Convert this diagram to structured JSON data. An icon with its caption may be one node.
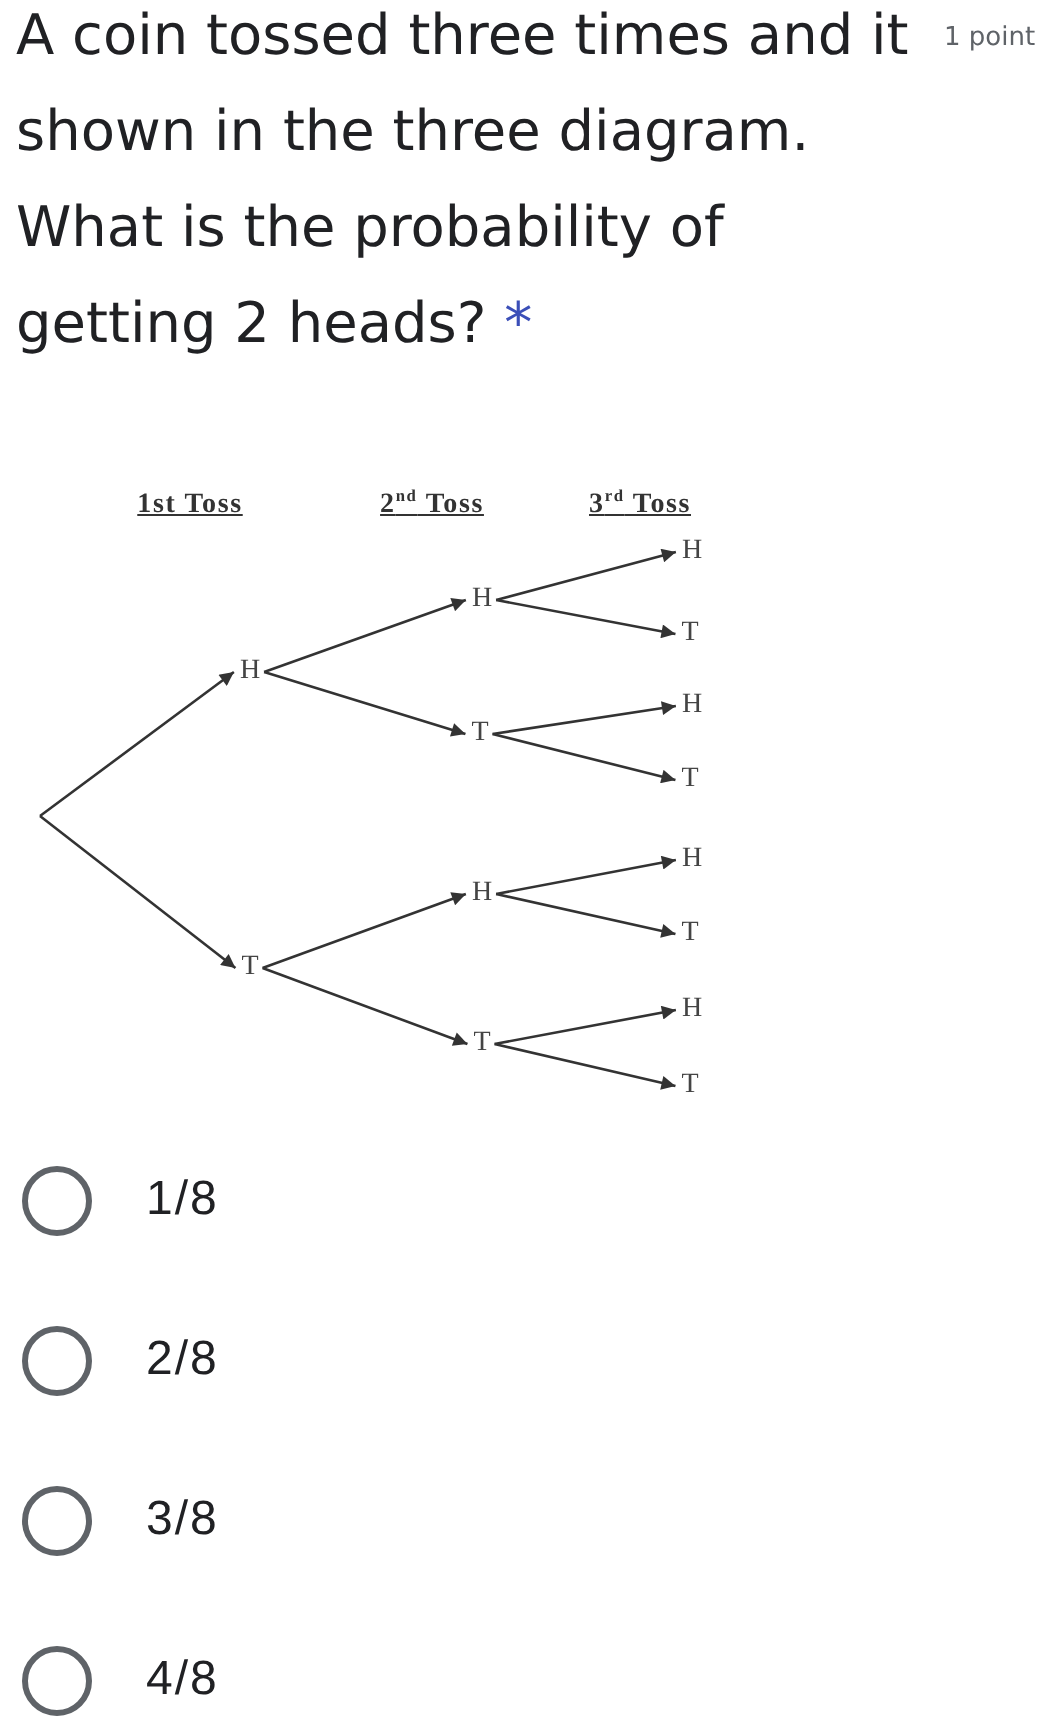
{
  "diagram": {
    "title": "A coin tossed three times and it shown in the three diagram. What is the probability of getting 2 heads?",
    "nodes": [
      {
        "text": [
          "H"
        ]
      },
      {
        "text": [
          "T"
        ]
      },
      {
        "text": [
          "H"
        ]
      },
      {
        "text": [
          "T"
        ]
      },
      {
        "text": [
          "H"
        ]
      },
      {
        "text": [
          "T"
        ]
      },
      {
        "text": [
          "H"
        ]
      },
      {
        "text": [
          "T"
        ]
      },
      {
        "text": [
          "H"
        ]
      },
      {
        "text": [
          "T"
        ]
      },
      {
        "text": [
          "H"
        ]
      },
      {
        "text": [
          "T"
        ]
      },
      {
        "text": [
          "H"
        ]
      },
      {
        "text": [
          "T"
        ]
      }
    ],
    "edges": [
      {
        "from": null,
        "to": 0,
        "arrow": "to"
      },
      {
        "from": null,
        "to": 1,
        "arrow": "to"
      },
      {
        "from": 0,
        "to": 2,
        "arrow": "to"
      },
      {
        "from": 0,
        "to": 3,
        "arrow": "to"
      },
      {
        "from": 1,
        "to": 4,
        "arrow": "to"
      },
      {
        "from": 1,
        "to": 5,
        "arrow": "to"
      },
      {
        "from": 2,
        "to": 6,
        "arrow": "to"
      },
      {
        "from": 2,
        "to": 7,
        "arrow": "to"
      },
      {
        "from": 3,
        "to": 8,
        "arrow": "to"
      },
      {
        "from": 3,
        "to": 9,
        "arrow": "to"
      },
      {
        "from": 4,
        "to": 10,
        "arrow": "to"
      },
      {
        "from": 4,
        "to": 11,
        "arrow": "to"
      },
      {
        "from": 5,
        "to": 12,
        "arrow": "to"
      },
      {
        "from": 5,
        "to": 13,
        "arrow": "to"
      }
    ],
    "labels": [
      "1 point",
      "*",
      "1st Toss",
      "2$^{nd}$ Toss",
      "3$^{rd}$ Toss",
      "1/8",
      "2/8",
      "3/8",
      "4/8"
    ]
  }
}
